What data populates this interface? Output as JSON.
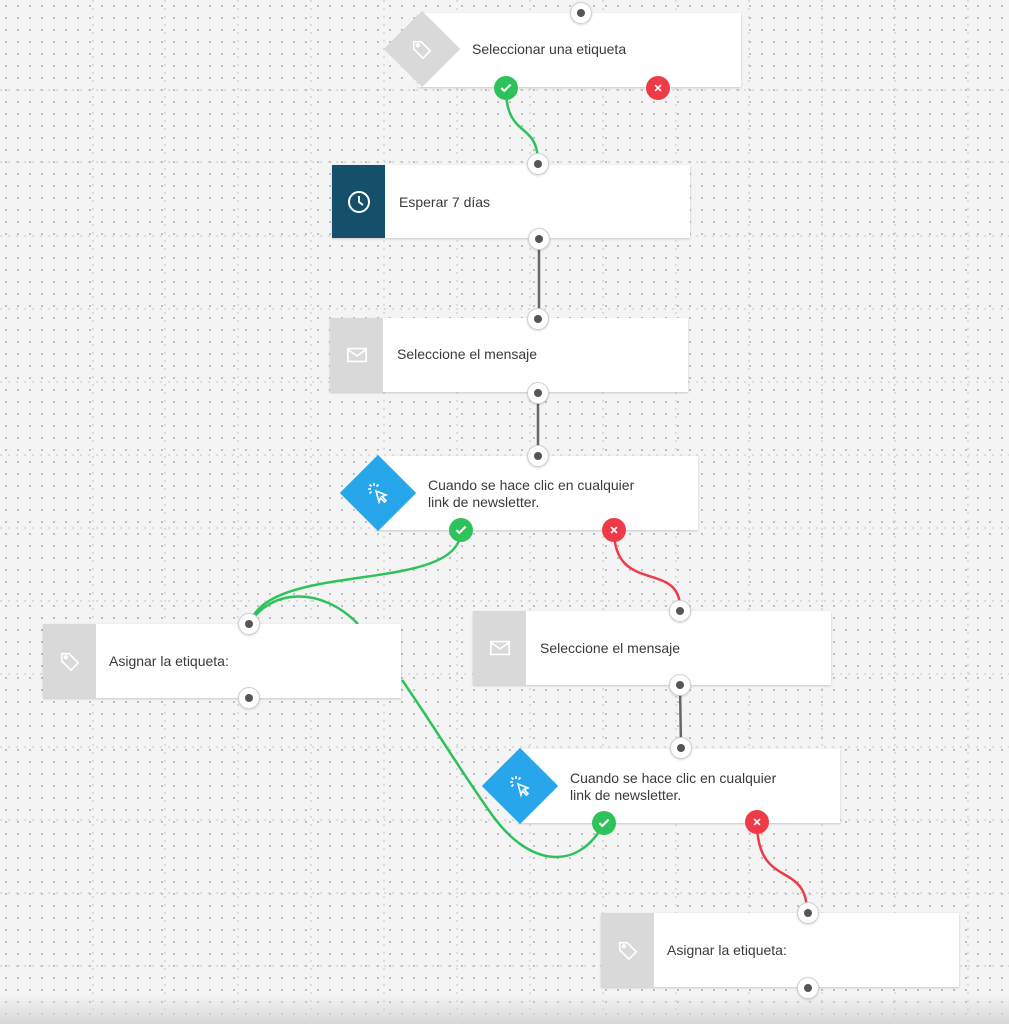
{
  "colors": {
    "canvas": "#f4f4f4",
    "yes_path": "#2ec25a",
    "no_path": "#ee3b48",
    "connector": "#666666",
    "action_blue": "#27a6ec",
    "wait_dark": "#14506a",
    "inactive_gray": "#d9d9d9"
  },
  "nodes": [
    {
      "id": "tag-condition",
      "icon": "tag-icon",
      "label": "Seleccionar una etiqueta"
    },
    {
      "id": "wait-step",
      "icon": "clock-icon",
      "label": "Esperar 7 días"
    },
    {
      "id": "message-step-1",
      "icon": "envelope-icon",
      "label": "Seleccione el mensaje"
    },
    {
      "id": "click-condition-1",
      "icon": "cursor-click-icon",
      "label_line1": "Cuando se hace clic en cualquier",
      "label_line2": "link de newsletter."
    },
    {
      "id": "assign-tag-1",
      "icon": "tag-icon",
      "label": "Asignar la etiqueta:"
    },
    {
      "id": "message-step-2",
      "icon": "envelope-icon",
      "label": "Seleccione el mensaje"
    },
    {
      "id": "click-condition-2",
      "icon": "cursor-click-icon",
      "label_line1": "Cuando se hace clic en cualquier",
      "label_line2": "link de newsletter."
    },
    {
      "id": "assign-tag-2",
      "icon": "tag-icon",
      "label": "Asignar la etiqueta:"
    }
  ]
}
